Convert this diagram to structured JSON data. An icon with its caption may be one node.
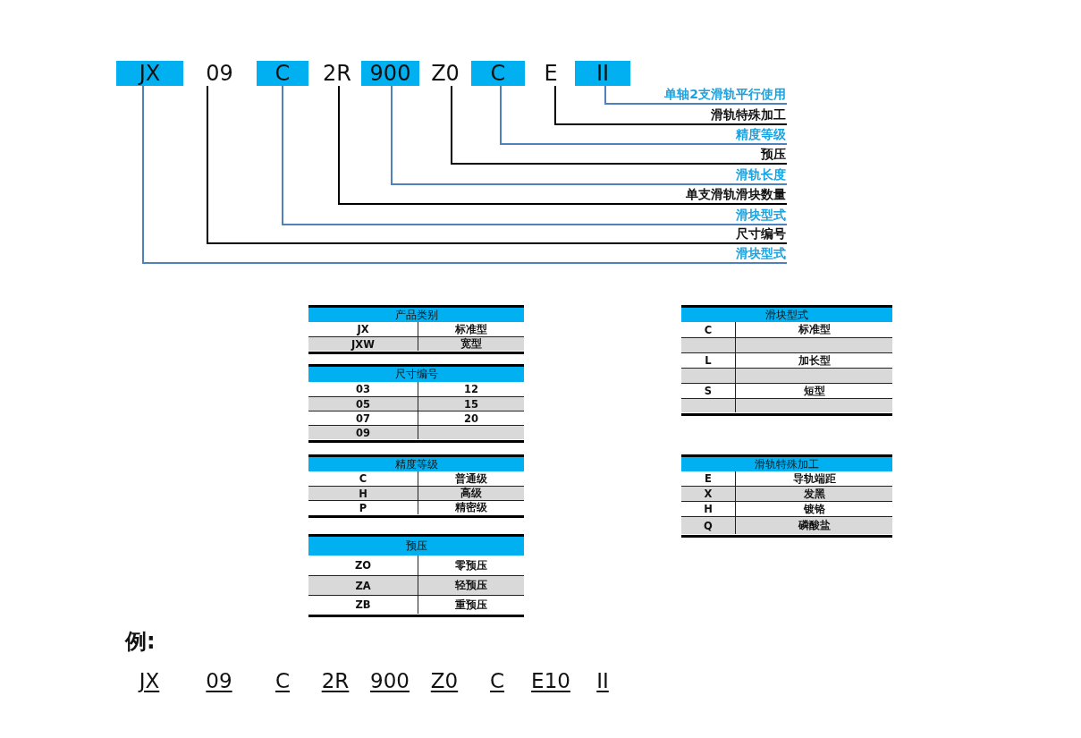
{
  "diagram": {
    "nodes": [
      {
        "text": [
          "JX"
        ]
      },
      {
        "text": [
          "09"
        ]
      },
      {
        "text": [
          "C"
        ]
      },
      {
        "text": [
          "2R"
        ]
      },
      {
        "text": [
          "900"
        ]
      },
      {
        "text": [
          "Z0"
        ]
      },
      {
        "text": [
          "C"
        ]
      },
      {
        "text": [
          "E"
        ]
      },
      {
        "text": [
          "II"
        ]
      },
      {
        "text": [
          "单轴2支滑轨平行使用"
        ]
      },
      {
        "text": [
          "滑轨特殊加工"
        ]
      },
      {
        "text": [
          "精度等级"
        ]
      },
      {
        "text": [
          "预压"
        ]
      },
      {
        "text": [
          "滑轨长度"
        ]
      },
      {
        "text": [
          "单支滑轨滑块数量"
        ]
      },
      {
        "text": [
          "滑块型式"
        ]
      },
      {
        "text": [
          "尺寸编号"
        ]
      },
      {
        "text": [
          "滑块型式"
        ]
      }
    ],
    "edges": [
      {
        "from": 0,
        "to": 17,
        "arrow": "none"
      },
      {
        "from": 1,
        "to": 16,
        "arrow": "none",
        "color": "#000000"
      },
      {
        "from": 2,
        "to": 15,
        "arrow": "none"
      },
      {
        "from": 3,
        "to": 14,
        "arrow": "none",
        "color": "#000000"
      },
      {
        "from": 4,
        "to": 13,
        "arrow": "none"
      },
      {
        "from": 5,
        "to": 12,
        "arrow": "none",
        "color": "#000000"
      },
      {
        "from": 6,
        "to": 11,
        "arrow": "none"
      },
      {
        "from": 7,
        "to": 10,
        "arrow": "none",
        "color": "#000000"
      },
      {
        "from": 8,
        "to": 9,
        "arrow": "none"
      }
    ],
    "labels": [
      "产品类别",
      "JX",
      "标准型",
      "JXW",
      "宽型",
      "尺寸编号",
      "03",
      "12",
      "05",
      "15",
      "07",
      "20",
      "09",
      "精度等级",
      "C",
      "普通级",
      "H",
      "高级",
      "P",
      "精密级",
      "预压",
      "ZO",
      "零预压",
      "ZA",
      "轻预压",
      "ZB",
      "重预压",
      "滑块型式",
      "C",
      "标准型",
      "L",
      "加长型",
      "S",
      "短型",
      "滑轨特殊加工",
      "E",
      "导轨端距",
      "X",
      "发黑",
      "H",
      "镀铬",
      "Q",
      "磷酸盐",
      "例:",
      "JX",
      "09",
      "C",
      "2R",
      "900",
      "Z0",
      "C",
      "E10",
      "II"
    ]
  }
}
